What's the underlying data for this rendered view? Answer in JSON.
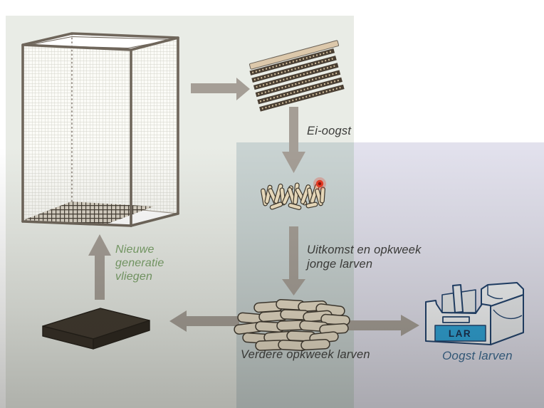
{
  "labels": {
    "egg_harvest": "Ei-oogst",
    "hatch_line1": "Uitkomst en opkweek",
    "hatch_line2": "jonge larven",
    "further_rearing": "Verdere opkweek larven",
    "harvest": "Oogst larven",
    "newgen_line1": "Nieuwe",
    "newgen_line2": "generatie",
    "newgen_line3": "vliegen",
    "crate_code": "LAR"
  },
  "colors": {
    "left_panel": "#e9ece6",
    "middle_panel_overlay": "rgba(150,172,178,0.38)",
    "right_panel": "#e2e1ed",
    "label_text": "#3c3c3a",
    "newgen_green": "#7aa169",
    "harvest_blue": "#35658f",
    "lar_label_bg": "#2aa2d8",
    "lar_text": "#14294a",
    "crate_outline": "#1d3f6b",
    "arrow_gray": "#a59e96",
    "red_dot": "#e93a24",
    "cage_frame": "#6f665b",
    "tray_dark": "#3e362c",
    "larvae_fill": "#e7dcc6"
  }
}
